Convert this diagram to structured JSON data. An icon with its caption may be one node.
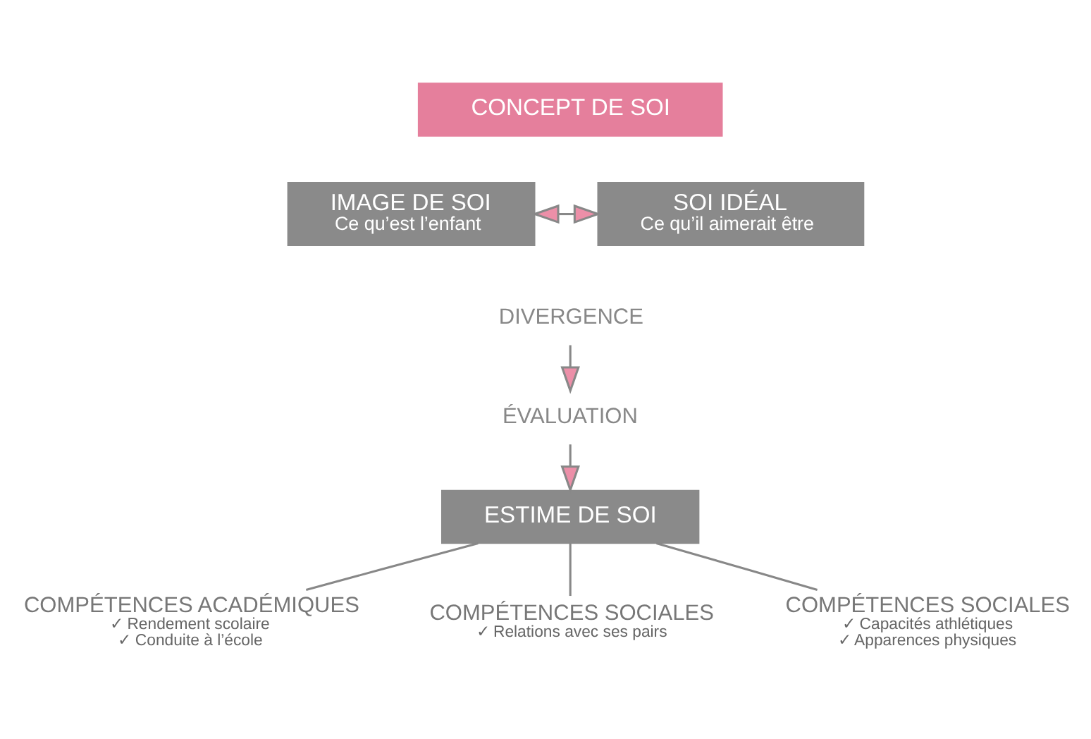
{
  "diagram": {
    "nodes": [
      {
        "text": [
          "CONCEPT DE SOI"
        ]
      },
      {
        "text": [
          "IMAGE DE SOI",
          "Ce qu’est l’enfant"
        ]
      },
      {
        "text": [
          "SOI IDÉAL",
          "Ce qu’il aimerait être"
        ]
      },
      {
        "text": [
          "DIVERGENCE"
        ]
      },
      {
        "text": [
          "ÉVALUATION"
        ]
      },
      {
        "text": [
          "ESTIME DE SOI"
        ]
      },
      {
        "text": [
          "COMPÉTENCES ACADÉMIQUES",
          "✓ Rendement scolaire",
          "✓ Conduite à l’école"
        ]
      },
      {
        "text": [
          "COMPÉTENCES SOCIALES",
          "✓ Relations avec ses pairs"
        ]
      },
      {
        "text": [
          "COMPÉTENCES SOCIALES",
          "✓ Capacités athlétiques",
          "✓ Apparences physiques"
        ]
      }
    ],
    "edges": [
      {
        "from": 1,
        "to": 2,
        "arrow": "both"
      },
      {
        "from": 3,
        "to": 4,
        "arrow": "to"
      },
      {
        "from": 4,
        "to": 5,
        "arrow": "to"
      },
      {
        "from": 5,
        "to": 6,
        "arrow": "none"
      },
      {
        "from": 5,
        "to": 7,
        "arrow": "none"
      },
      {
        "from": 5,
        "to": 8,
        "arrow": "none"
      }
    ]
  }
}
